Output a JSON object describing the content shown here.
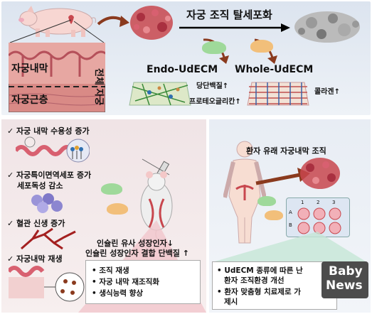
{
  "top": {
    "process_title": "자궁 조직 탈세포화",
    "endometrium_label": "자궁내막",
    "myometrium_label": "자궁근층",
    "whole_uterus_label": "전체 자궁",
    "endo_title": "Endo-UdECM",
    "whole_title": "Whole-UdECM",
    "endo_features": [
      "당단백질↑",
      "프로테오글리칸↑"
    ],
    "whole_features": [
      "콜라겐↑"
    ]
  },
  "left": {
    "effects": [
      "자궁 내막 수용성 증가",
      "자궁특이면역세포 증가",
      "세포독성 감소",
      "혈관 신생 증가",
      "자궁내막 재생"
    ],
    "growth_factor_line1": "인슐린 유사 성장인자↓",
    "growth_factor_line2": "인슐린 성장인자 결합 단백질 ↑",
    "outcomes": [
      "조직 재생",
      "자궁 내막 재조직화",
      "생식능력 향상"
    ]
  },
  "right": {
    "patient_tissue_label": "환자 유래 자궁내막 조직",
    "well_labels": [
      "1",
      "2",
      "3",
      "A",
      "B"
    ],
    "summary": [
      "UdECM 종류에 따른 난",
      "환자 조직환경 개선",
      "환자 맞춤형 치료제로 가",
      "제시"
    ]
  },
  "watermark": {
    "line1": "Baby",
    "line2": "News"
  },
  "colors": {
    "endo_green": "#9fd99a",
    "whole_orange": "#f2bf7a",
    "tissue_red": "#c8474e",
    "arrow_brown": "#8a3a1e"
  }
}
